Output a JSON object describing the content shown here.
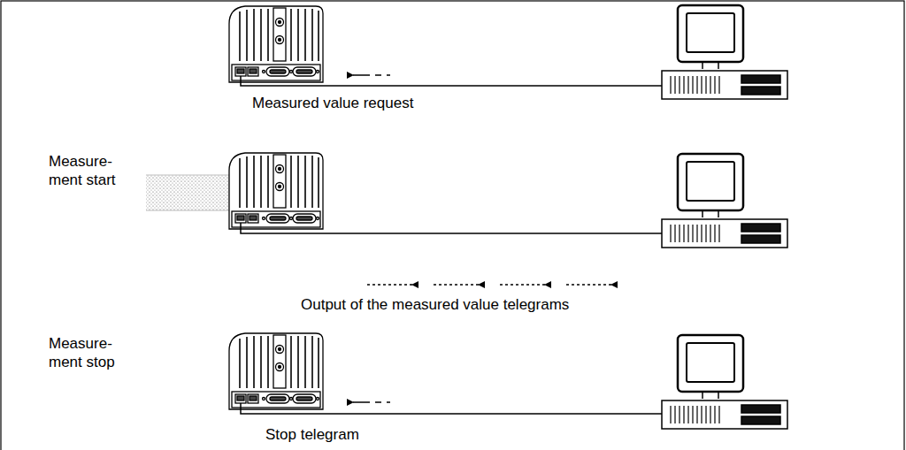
{
  "diagram": {
    "labels": [
      "Measured value request",
      "Measure- ment start",
      "Output of the measured value telegrams",
      "Measure- ment stop",
      "Stop telegram"
    ]
  }
}
